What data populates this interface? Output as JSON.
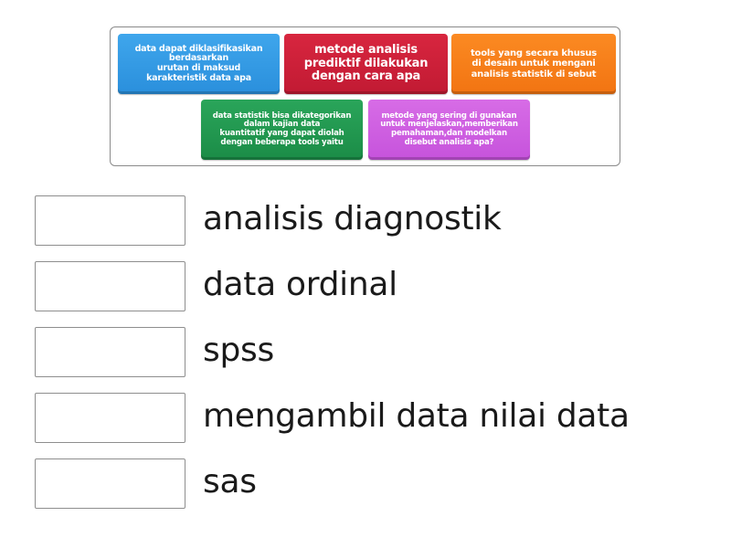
{
  "tiles": [
    {
      "id": "t1",
      "text": "data dapat diklasifikasikan\nberdasarkan\nurutan di maksud\nkarakteristik data apa",
      "color": "#2f96e0"
    },
    {
      "id": "t2",
      "text": "metode analisis\nprediktif dilakukan\ndengan cara apa",
      "color": "#c91d36"
    },
    {
      "id": "t3",
      "text": "tools yang secara khusus\ndi desain untuk mengani\nanalisis statistik di sebut",
      "color": "#f57c16"
    },
    {
      "id": "t4",
      "text": "data statistik bisa dikategorikan\ndalam kajian data\nkuantitatif yang dapat diolah\ndengan beberapa tools yaitu",
      "color": "#1f9650"
    },
    {
      "id": "t5",
      "text": "metode yang sering di gunakan\nuntuk menjelaskan,memberikan\npemahaman,dan modelkan\ndisebut analisis apa?",
      "color": "#cc5ee0"
    }
  ],
  "answers": [
    {
      "label": "analisis diagnostik"
    },
    {
      "label": "data ordinal"
    },
    {
      "label": "spss"
    },
    {
      "label": "mengambil data nilai data"
    },
    {
      "label": "sas"
    }
  ]
}
